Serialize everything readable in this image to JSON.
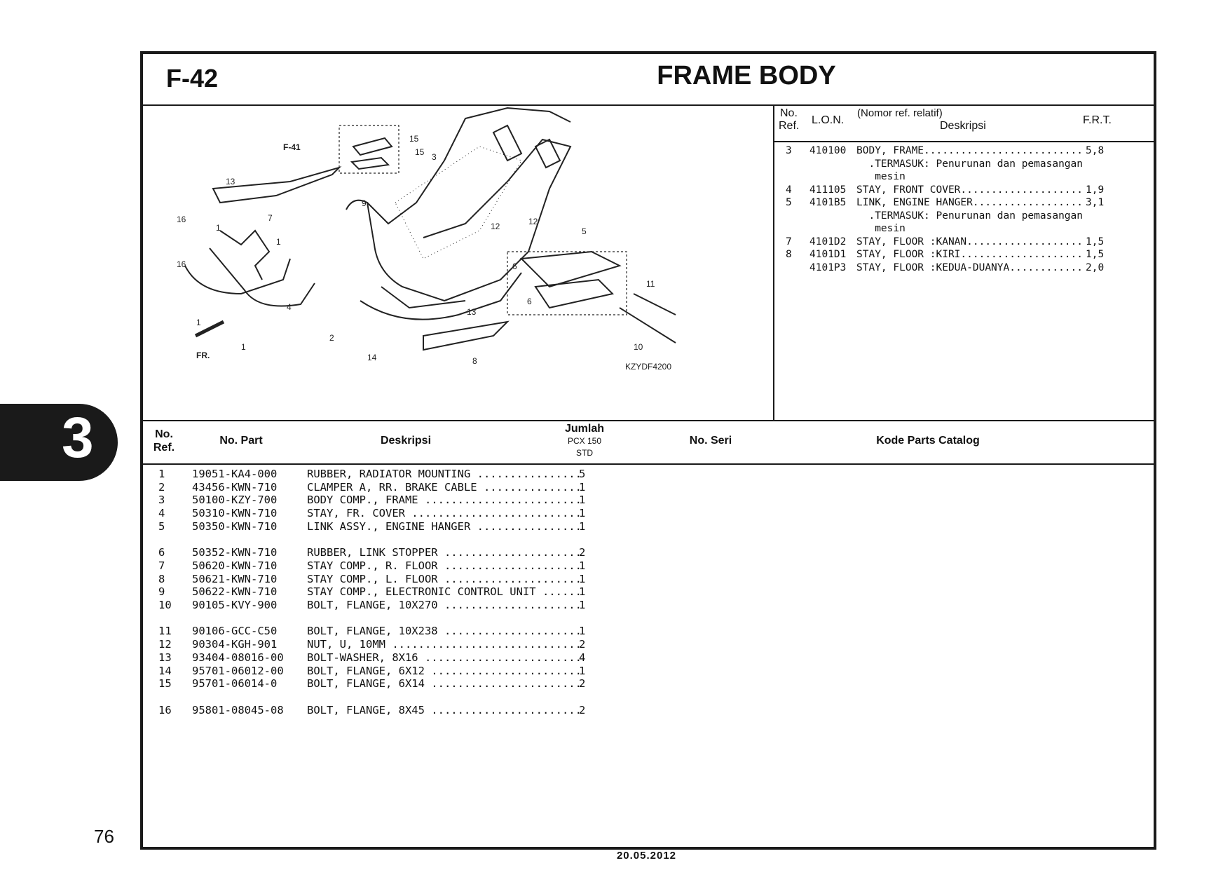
{
  "page": {
    "code": "F-42",
    "title": "FRAME BODY",
    "section_tab": "3",
    "page_number": "76",
    "date": "20.05.2012"
  },
  "diagram": {
    "ref_labels": [
      "15",
      "15",
      "3",
      "F-41",
      "13",
      "9",
      "16",
      "7",
      "1",
      "1",
      "16",
      "4",
      "1",
      "12",
      "12",
      "5",
      "6",
      "6",
      "11",
      "13",
      "10",
      "2",
      "14",
      "8",
      "1",
      "FR.",
      "KZYDF4200"
    ]
  },
  "frt": {
    "headers": {
      "no": "No.",
      "ref": "Ref.",
      "lon": "L.O.N.",
      "desc_top": "(Nomor ref. relatif)",
      "desc": "Deskripsi",
      "frt": "F.R.T."
    },
    "rows": [
      {
        "ref": "3",
        "lon": "410100",
        "desc": "BODY, FRAME..........................",
        "frt": "5,8"
      },
      {
        "ref": "",
        "lon": "",
        "desc": "  .TERMASUK: Penurunan dan pemasangan",
        "frt": ""
      },
      {
        "ref": "",
        "lon": "",
        "desc": "   mesin",
        "frt": ""
      },
      {
        "ref": "4",
        "lon": "411105",
        "desc": "STAY, FRONT COVER....................",
        "frt": "1,9"
      },
      {
        "ref": "5",
        "lon": "4101B5",
        "desc": "LINK, ENGINE HANGER..................",
        "frt": "3,1"
      },
      {
        "ref": "",
        "lon": "",
        "desc": "  .TERMASUK: Penurunan dan pemasangan",
        "frt": ""
      },
      {
        "ref": "",
        "lon": "",
        "desc": "   mesin",
        "frt": ""
      },
      {
        "ref": "7",
        "lon": "4101D2",
        "desc": "STAY, FLOOR :KANAN...................",
        "frt": "1,5"
      },
      {
        "ref": "8",
        "lon": "4101D1",
        "desc": "STAY, FLOOR :KIRI....................",
        "frt": "1,5"
      },
      {
        "ref": "",
        "lon": "4101P3",
        "desc": "STAY, FLOOR :KEDUA-DUANYA............",
        "frt": "2,0"
      }
    ]
  },
  "parts": {
    "headers": {
      "no": "No.",
      "ref": "Ref.",
      "part": "No. Part",
      "desc": "Deskripsi",
      "qty_top": "Jumlah",
      "qty_model": "PCX 150",
      "qty_std": "STD",
      "serial": "No. Seri",
      "catalog": "Kode Parts Catalog"
    },
    "rows": [
      {
        "ref": "1",
        "part": "19051-KA4-000",
        "desc": "RUBBER, RADIATOR MOUNTING ................",
        "qty": "5"
      },
      {
        "ref": "2",
        "part": "43456-KWN-710",
        "desc": "CLAMPER A, RR. BRAKE CABLE ...............",
        "qty": "1"
      },
      {
        "ref": "3",
        "part": "50100-KZY-700",
        "desc": "BODY COMP., FRAME ........................",
        "qty": "1"
      },
      {
        "ref": "4",
        "part": "50310-KWN-710",
        "desc": "STAY, FR. COVER ..........................",
        "qty": "1"
      },
      {
        "ref": "5",
        "part": "50350-KWN-710",
        "desc": "LINK ASSY., ENGINE HANGER ................",
        "qty": "1"
      },
      {
        "ref": "6",
        "part": "50352-KWN-710",
        "desc": "RUBBER, LINK STOPPER .....................",
        "qty": "2"
      },
      {
        "ref": "7",
        "part": "50620-KWN-710",
        "desc": "STAY COMP., R. FLOOR .....................",
        "qty": "1"
      },
      {
        "ref": "8",
        "part": "50621-KWN-710",
        "desc": "STAY COMP., L. FLOOR .....................",
        "qty": "1"
      },
      {
        "ref": "9",
        "part": "50622-KWN-710",
        "desc": "STAY COMP., ELECTRONIC CONTROL UNIT ......",
        "qty": "1"
      },
      {
        "ref": "10",
        "part": "90105-KVY-900",
        "desc": "BOLT, FLANGE, 10X270 .....................",
        "qty": "1"
      },
      {
        "ref": "11",
        "part": "90106-GCC-C50",
        "desc": "BOLT, FLANGE, 10X238 .....................",
        "qty": "1"
      },
      {
        "ref": "12",
        "part": "90304-KGH-901",
        "desc": "NUT, U, 10MM .............................",
        "qty": "2"
      },
      {
        "ref": "13",
        "part": "93404-08016-00",
        "desc": "BOLT-WASHER, 8X16 ........................",
        "qty": "4"
      },
      {
        "ref": "14",
        "part": "95701-06012-00",
        "desc": "BOLT, FLANGE, 6X12 .......................",
        "qty": "1"
      },
      {
        "ref": "15",
        "part": "95701-06014-0",
        "desc": "BOLT, FLANGE, 6X14 .......................",
        "qty": "2"
      },
      {
        "ref": "16",
        "part": "95801-08045-08",
        "desc": "BOLT, FLANGE, 8X45 .......................",
        "qty": "2"
      }
    ]
  }
}
